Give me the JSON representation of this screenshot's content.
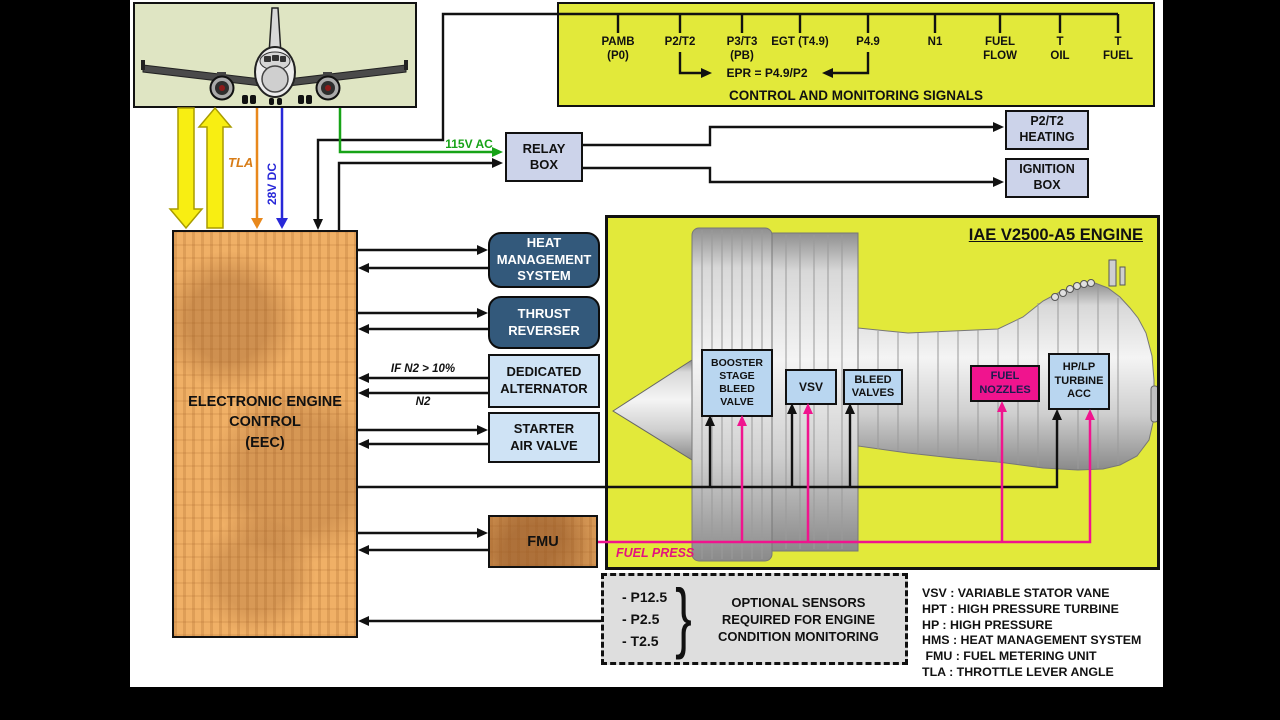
{
  "signals_panel": {
    "title": "CONTROL AND MONITORING SIGNALS",
    "epr_label": "EPR = P4.9/P2",
    "items": [
      {
        "label": "PAMB\n(P0)"
      },
      {
        "label": "P2/T2"
      },
      {
        "label": "P3/T3\n(PB)"
      },
      {
        "label": "EGT (T4.9)"
      },
      {
        "label": "P4.9"
      },
      {
        "label": "N1"
      },
      {
        "label": "FUEL\nFLOW"
      },
      {
        "label": "T\nOIL"
      },
      {
        "label": "T\nFUEL"
      }
    ]
  },
  "power_inputs": {
    "tla": "TLA",
    "dc": "28V DC",
    "ac": "115V AC"
  },
  "boxes": {
    "relay": "RELAY\nBOX",
    "p2t2_heating": "P2/T2\nHEATING",
    "ignition": "IGNITION\nBOX",
    "heat_management": "HEAT\nMANAGEMENT\nSYSTEM",
    "thrust_reverser": "THRUST\nREVERSER",
    "dedicated_alternator": "DEDICATED\nALTERNATOR",
    "starter_air_valve": "STARTER\nAIR VALVE",
    "eec": "ELECTRONIC ENGINE\nCONTROL\n(EEC)",
    "fmu": "FMU"
  },
  "eec_annotations": {
    "if_n2": "IF N2 > 10%",
    "n2": "N2"
  },
  "engine": {
    "title": "IAE V2500-A5 ENGINE",
    "fuel_press": "FUEL PRESS",
    "components": [
      {
        "label": "BOOSTER\nSTAGE\nBLEED\nVALVE"
      },
      {
        "label": "VSV"
      },
      {
        "label": "BLEED\nVALVES"
      },
      {
        "label": "FUEL\nNOZZLES"
      },
      {
        "label": "HP/LP\nTURBINE\nACC"
      }
    ]
  },
  "optional_sensors": {
    "items": [
      "- P12.5",
      "- P2.5",
      "- T2.5"
    ],
    "brace": "}",
    "note": "OPTIONAL SENSORS\nREQUIRED FOR ENGINE\nCONDITION MONITORING"
  },
  "legend": {
    "lines": [
      "VSV : VARIABLE STATOR VANE",
      "HPT : HIGH PRESSURE TURBINE",
      "HP : HIGH PRESSURE",
      "HMS : HEAT MANAGEMENT SYSTEM",
      " FMU : FUEL METERING UNIT",
      "TLA : THROTTLE LEVER ANGLE"
    ]
  },
  "colors": {
    "magenta": "#f0148e",
    "green": "#17a317",
    "blue": "#2828d8",
    "orange": "#e8881c",
    "yellow_panel": "#e2e93a",
    "dark_blue_box": "#33597b",
    "light_blue_box": "#b9d6f0"
  }
}
